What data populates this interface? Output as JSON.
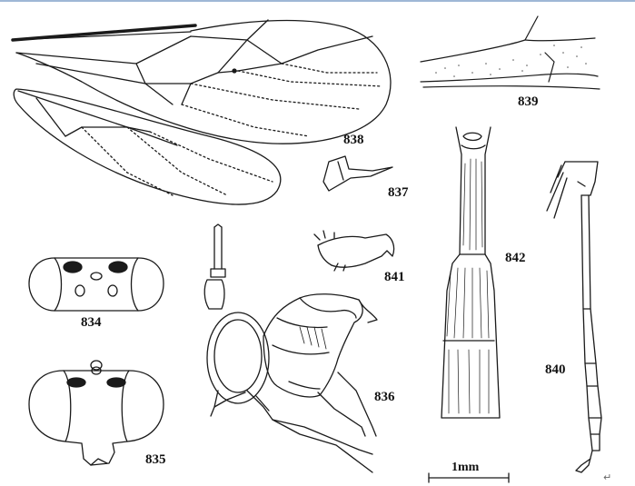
{
  "figure": {
    "labels": {
      "wing": "838",
      "wing_detail": "839",
      "leg": "840",
      "claw": "841",
      "gaster": "842",
      "mandible": "837",
      "head_dorsal": "834",
      "head_frontal": "835",
      "body_lateral": "836"
    },
    "scale_bar": "1mm",
    "paragraph_mark": "↵"
  },
  "colors": {
    "ink": "#1a1a1a",
    "background": "#ffffff",
    "top_border": "#9fb7d6"
  }
}
